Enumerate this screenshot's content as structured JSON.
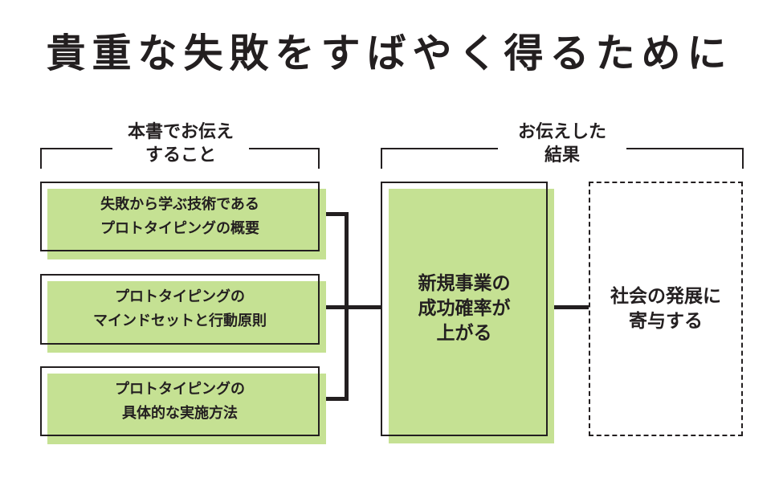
{
  "title": "貴重な失敗をすばやく得るために",
  "brackets": {
    "left_label": "本書でお伝え\nすること",
    "right_label": "お伝えした\n結果"
  },
  "topics": [
    {
      "text": "失敗から学ぶ技術である\nプロトタイピングの概要"
    },
    {
      "text": "プロトタイピングの\nマインドセットと行動原則"
    },
    {
      "text": "プロトタイピングの\n具体的な実施方法"
    }
  ],
  "result": {
    "text": "新規事業の\n成功確率が\n上がる"
  },
  "outcome": {
    "text": "社会の発展に\n寄与する"
  },
  "colors": {
    "accent_green": "#c5e193",
    "ink": "#231f20"
  }
}
